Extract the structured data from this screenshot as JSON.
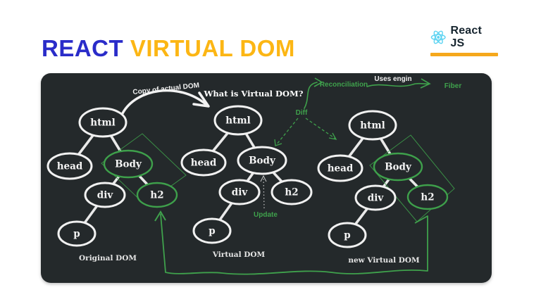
{
  "header": {
    "title_blue": "REACT",
    "title_yellow": "VIRTUAL DOM",
    "brand": "React JS"
  },
  "diagram": {
    "headings": {
      "what_is": "What is Virtual DOM?"
    },
    "annotations": {
      "copy_label": "Copy of actual DOM",
      "reconciliation": "Reconciliation",
      "uses_engine": "Uses engin",
      "fiber": "Fiber",
      "diff": "Diff",
      "update": "Update"
    },
    "trees": [
      {
        "id": "original",
        "label": "Original DOM",
        "nodes": [
          {
            "id": "html",
            "label": "html",
            "highlight": false
          },
          {
            "id": "head",
            "label": "head",
            "highlight": false
          },
          {
            "id": "Body",
            "label": "Body",
            "highlight": true
          },
          {
            "id": "div",
            "label": "div",
            "highlight": false
          },
          {
            "id": "h2",
            "label": "h2",
            "highlight": true
          },
          {
            "id": "p",
            "label": "p",
            "highlight": false
          }
        ]
      },
      {
        "id": "virtual",
        "label": "Virtual DOM",
        "nodes": [
          {
            "id": "html",
            "label": "html",
            "highlight": false
          },
          {
            "id": "head",
            "label": "head",
            "highlight": false
          },
          {
            "id": "Body",
            "label": "Body",
            "highlight": false
          },
          {
            "id": "div",
            "label": "div",
            "highlight": false
          },
          {
            "id": "h2",
            "label": "h2",
            "highlight": false
          },
          {
            "id": "p",
            "label": "p",
            "highlight": false
          }
        ]
      },
      {
        "id": "new-virtual",
        "label": "new Virtual DOM",
        "nodes": [
          {
            "id": "html",
            "label": "html",
            "highlight": false
          },
          {
            "id": "head",
            "label": "head",
            "highlight": false
          },
          {
            "id": "Body",
            "label": "Body",
            "highlight": true
          },
          {
            "id": "div",
            "label": "div",
            "highlight": false
          },
          {
            "id": "h2",
            "label": "h2",
            "highlight": true
          },
          {
            "id": "p",
            "label": "p",
            "highlight": false
          }
        ]
      }
    ],
    "colors": {
      "panel_bg": "#24292b",
      "annotation_green": "#3fa14c",
      "node_stroke": "#f1f1f1",
      "highlight_green": "#3ea04b",
      "title_blue": "#2a2cc9",
      "title_yellow": "#fcb614",
      "logo_cyan": "#5ed4f2",
      "underline_orange": "#f5a81c"
    }
  }
}
